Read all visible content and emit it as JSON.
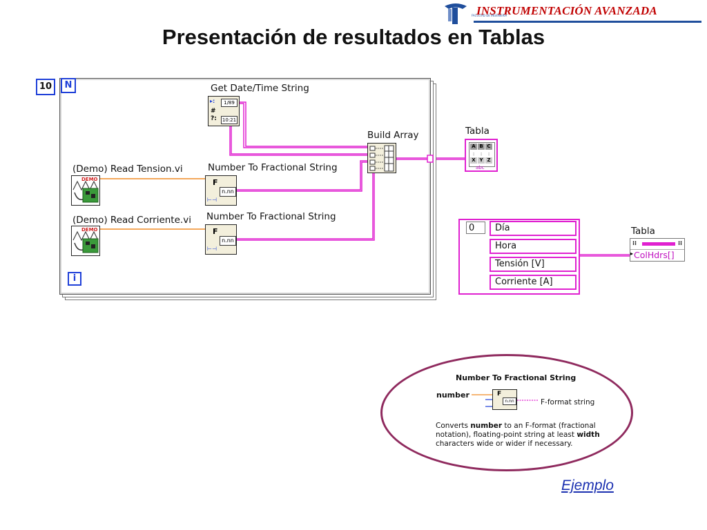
{
  "header": {
    "brand": "INSTRUMENTACIÓN AVANZADA",
    "logo_caption": "FACULTAD DE INGENIERÍA"
  },
  "title": "Presentación de resultados en Tablas",
  "diagram": {
    "loop_count": "10",
    "loop_terminal": "N",
    "loop_index": "i",
    "nodes": {
      "datetime": "Get Date/Time String",
      "datetime_date": "1/89",
      "datetime_time": "10:21",
      "build_array": "Build Array",
      "read_tension": "(Demo) Read Tension.vi",
      "read_corriente": "(Demo) Read Corriente.vi",
      "nfs1": "Number To Fractional String",
      "nfs2": "Number To Fractional String",
      "demo_tag": "DEMO",
      "f_label": "F",
      "nnn_label": "n.nn"
    },
    "tabla_indicator": {
      "label": "Tabla",
      "headers": [
        "A",
        "B",
        "C"
      ],
      "row": [
        "X",
        "Y",
        "Z"
      ],
      "abc": "abc"
    },
    "tabla_property": {
      "label": "Tabla",
      "value": "ColHdrs[]"
    },
    "header_array": {
      "index": "0",
      "items": [
        "Día",
        "Hora",
        "Tensión [V]",
        "Corriente [A]"
      ]
    }
  },
  "help": {
    "title": "Number To Fractional String",
    "input": "number",
    "output": "F-format string",
    "desc_1": "Converts ",
    "desc_b1": "number",
    "desc_2": " to an F-format (fractional notation), floating-point string at least ",
    "desc_b2": "width",
    "desc_3": " characters wide or wider if necessary."
  },
  "link": {
    "label": "Ejemplo"
  },
  "colors": {
    "string_wire": "#e020d0",
    "numeric_wire": "#f08a24",
    "loop_terminal": "#1e3fd8",
    "brand": "#c00000",
    "ellipse": "#8f2a5e"
  }
}
